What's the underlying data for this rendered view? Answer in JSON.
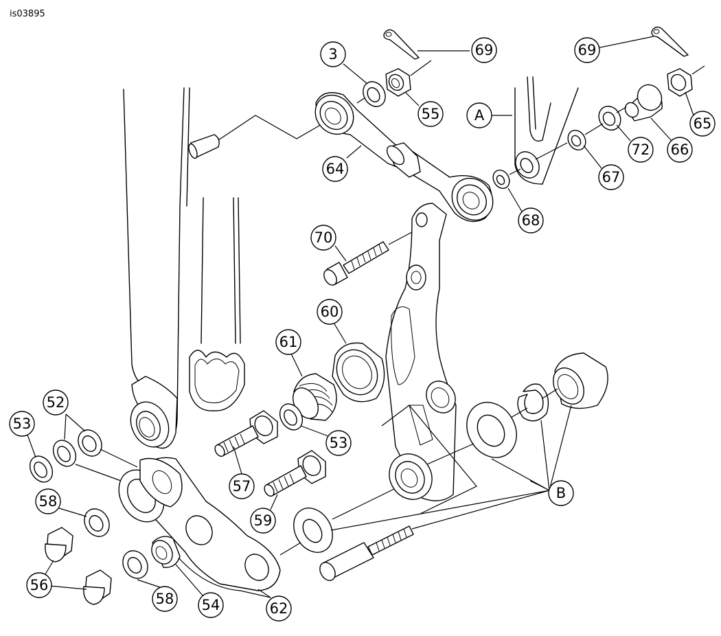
{
  "figure_id": "is03895",
  "callouts": [
    {
      "key": "c3",
      "text": "3"
    },
    {
      "key": "c69a",
      "text": "69"
    },
    {
      "key": "c69b",
      "text": "69"
    },
    {
      "key": "c55",
      "text": "55"
    },
    {
      "key": "cA",
      "text": "A"
    },
    {
      "key": "c65",
      "text": "65"
    },
    {
      "key": "c64",
      "text": "64"
    },
    {
      "key": "c72",
      "text": "72"
    },
    {
      "key": "c66",
      "text": "66"
    },
    {
      "key": "c67",
      "text": "67"
    },
    {
      "key": "c68",
      "text": "68"
    },
    {
      "key": "c70",
      "text": "70"
    },
    {
      "key": "c60",
      "text": "60"
    },
    {
      "key": "c61",
      "text": "61"
    },
    {
      "key": "c52",
      "text": "52"
    },
    {
      "key": "c53a",
      "text": "53"
    },
    {
      "key": "c53b",
      "text": "53"
    },
    {
      "key": "c57",
      "text": "57"
    },
    {
      "key": "c58a",
      "text": "58"
    },
    {
      "key": "c59",
      "text": "59"
    },
    {
      "key": "cB",
      "text": "B"
    },
    {
      "key": "c56",
      "text": "56"
    },
    {
      "key": "c58b",
      "text": "58"
    },
    {
      "key": "c54",
      "text": "54"
    },
    {
      "key": "c62",
      "text": "62"
    }
  ]
}
